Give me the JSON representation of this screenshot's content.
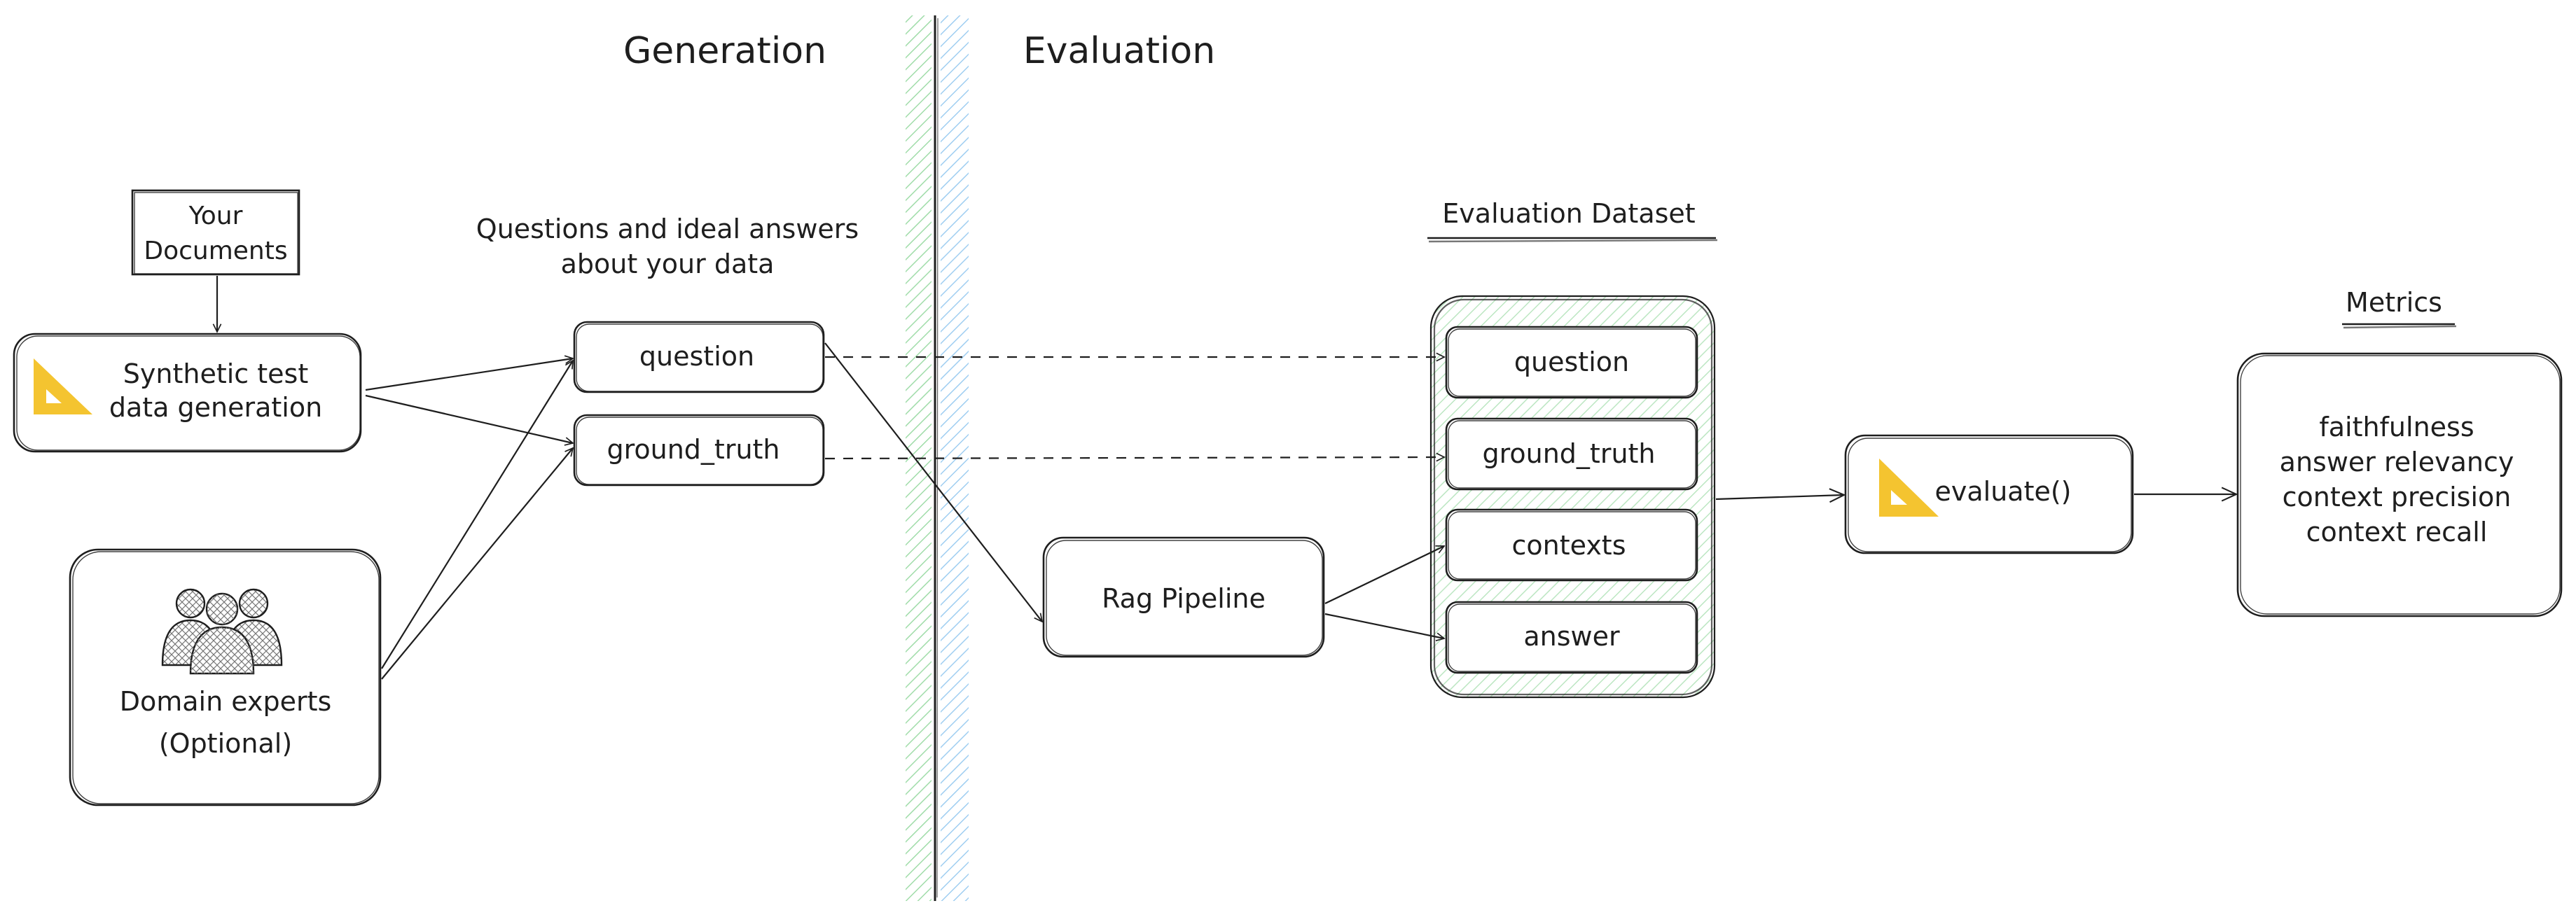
{
  "headings": {
    "generation": "Generation",
    "evaluation": "Evaluation"
  },
  "sources": {
    "documents_line1": "Your",
    "documents_line2": "Documents",
    "synthetic_line1": "Synthetic test",
    "synthetic_line2": "data generation",
    "experts_line1": "Domain experts",
    "experts_line2": "(Optional)"
  },
  "generated": {
    "caption_line1": "Questions and ideal answers",
    "caption_line2": "about your data",
    "question": "question",
    "ground_truth": "ground_truth"
  },
  "pipeline": {
    "label": "Rag Pipeline"
  },
  "dataset": {
    "title": "Evaluation Dataset",
    "fields": [
      "question",
      "ground_truth",
      "contexts",
      "answer"
    ]
  },
  "evaluate": {
    "label": "evaluate()"
  },
  "metrics": {
    "title": "Metrics",
    "items": [
      "faithfulness",
      "answer relevancy",
      "context precision",
      "context recall"
    ]
  },
  "colors": {
    "accent_yellow": "#f4c430",
    "hatch_green": "#8fd69a",
    "hatch_blue": "#8ec5ee",
    "stroke": "#1e1e1e"
  },
  "icons": {
    "tool": "set-square-icon",
    "people": "people-group-icon"
  }
}
